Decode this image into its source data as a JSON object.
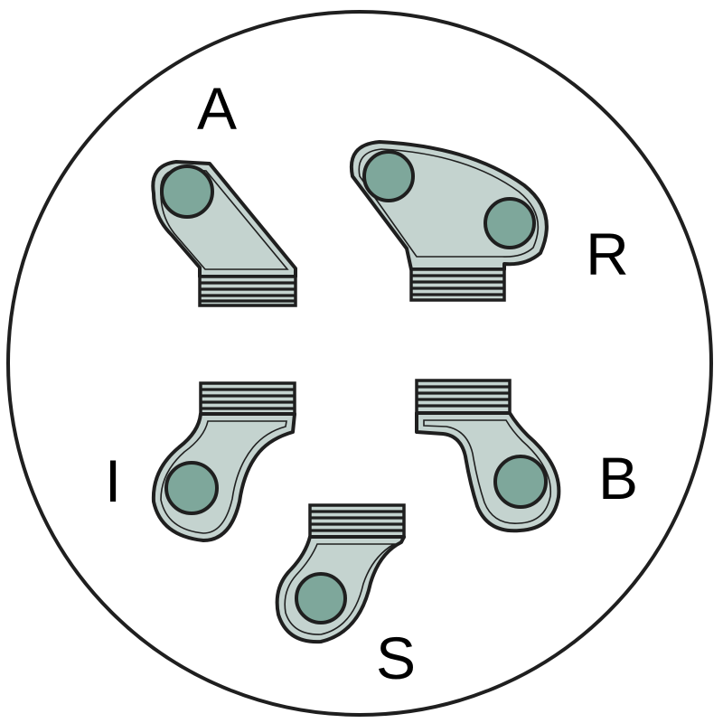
{
  "diagram": {
    "labels": {
      "a": "A",
      "r": "R",
      "i": "I",
      "b": "B",
      "s": "S"
    },
    "colors": {
      "terminal_fill": "#c4d3cf",
      "hole_fill": "#7ea79b",
      "outline": "#1f1f1f",
      "background": "#ffffff"
    }
  }
}
